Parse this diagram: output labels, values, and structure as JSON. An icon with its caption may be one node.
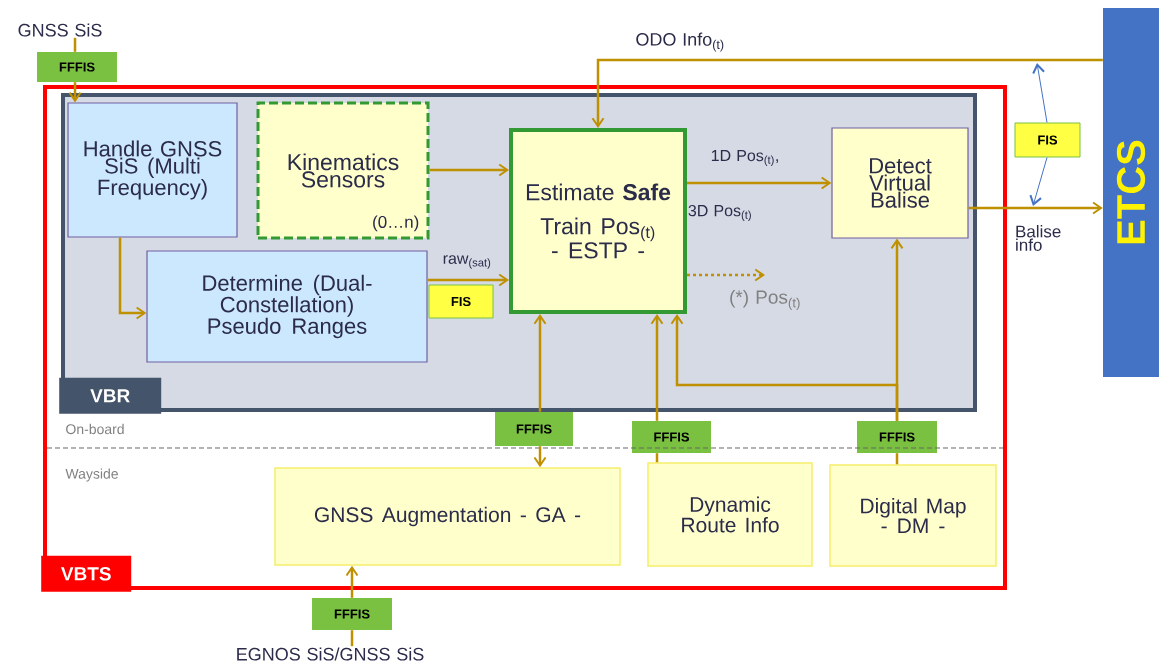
{
  "diagram": {
    "nodes": [
      {
        "text": [
          "VBTS"
        ]
      },
      {
        "text": [
          "VBR"
        ],
        "in": 0
      },
      {
        "text": [
          "Handle GNSS SiS (Multi Frequency)"
        ],
        "in": 1
      },
      {
        "text": [
          "Kinematics Sensors",
          "(0…n)"
        ],
        "in": 1
      },
      {
        "text": [
          "Estimate **Safe** Train Pos$_{(t)}$",
          "- ESTP -"
        ],
        "in": 1
      },
      {
        "text": [
          "Detect Virtual Balise"
        ],
        "in": 1
      },
      {
        "text": [
          "Determine (Dual-Constellation) Pseudo Ranges"
        ],
        "in": 1
      },
      {
        "text": [
          "GNSS Augmentation - GA -"
        ],
        "in": 0
      },
      {
        "text": [
          "Dynamic Route Info"
        ],
        "in": 0
      },
      {
        "text": [
          "Digital Map - DM -"
        ],
        "in": 0
      },
      {
        "text": [
          "ETCS"
        ]
      },
      {
        "text": [
          "GNSS SiS"
        ]
      },
      {
        "text": [
          "EGNOS SiS/GNSS SiS"
        ]
      },
      {
        "text": [
          "FFFIS"
        ]
      },
      {
        "text": [
          "FIS"
        ],
        "in": 1
      },
      {
        "text": [
          "FIS"
        ]
      },
      {
        "text": [
          "FFFIS"
        ],
        "in": 0
      },
      {
        "text": [
          "FFFIS"
        ],
        "in": 0
      },
      {
        "text": [
          "FFFIS"
        ],
        "in": 0
      },
      {
        "text": [
          "FFFIS"
        ]
      }
    ],
    "edges": [
      {
        "from": 11,
        "to": 13,
        "arrow": "none"
      },
      {
        "from": 13,
        "to": 2,
        "arrow": "to"
      },
      {
        "from": 2,
        "to": 6,
        "arrow": "to"
      },
      {
        "from": 3,
        "to": 4,
        "arrow": "to"
      },
      {
        "from": 6,
        "to": 4,
        "arrow": "to",
        "label": "raw$_{(sat)}$"
      },
      {
        "from": 10,
        "to": 4,
        "arrow": "to",
        "label": "ODO Info$_{(t)}$"
      },
      {
        "from": 4,
        "to": 5,
        "arrow": "to",
        "label": "1D Pos$_{(t)}$,"
      },
      {
        "from": 4,
        "to": null,
        "arrow": "to",
        "style": "dashed",
        "label": "(*) Pos$_{(t)}$"
      },
      {
        "from": 5,
        "to": 10,
        "arrow": "to",
        "label": "Balise info"
      },
      {
        "from": 15,
        "to": null,
        "arrow": "to",
        "color": "#4472c4"
      },
      {
        "from": 15,
        "to": null,
        "arrow": "to",
        "color": "#4472c4"
      },
      {
        "from": 16,
        "to": 4,
        "arrow": "to"
      },
      {
        "from": 16,
        "to": 7,
        "arrow": "to"
      },
      {
        "from": 8,
        "to": 17,
        "arrow": "none"
      },
      {
        "from": 17,
        "to": 4,
        "arrow": "to"
      },
      {
        "from": 9,
        "to": 18,
        "arrow": "none"
      },
      {
        "from": 18,
        "to": 5,
        "arrow": "to"
      },
      {
        "from": 18,
        "to": 4,
        "arrow": "to"
      },
      {
        "from": 12,
        "to": 19,
        "arrow": "none"
      },
      {
        "from": 19,
        "to": 7,
        "arrow": "to"
      }
    ],
    "labels": [
      "3D Pos$_{(t)}$",
      "On-board",
      "Wayside"
    ]
  }
}
